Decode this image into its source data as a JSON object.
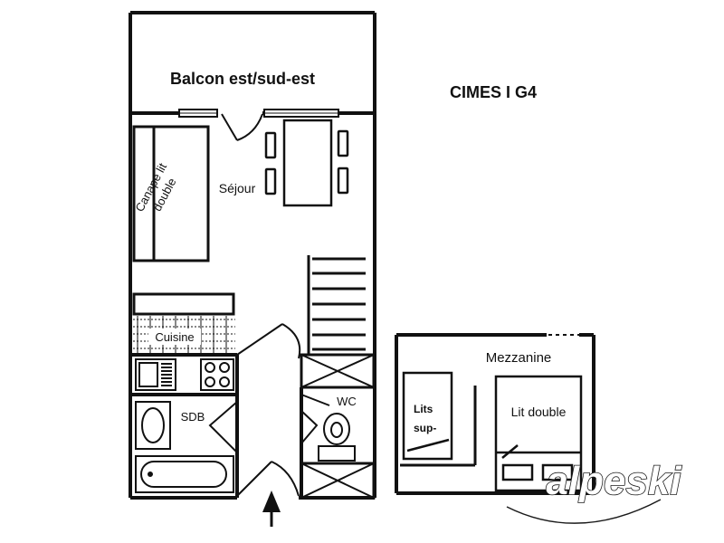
{
  "plan_title": "CIMES I G4",
  "rooms": {
    "balcony": "Balcon est/sud-est",
    "living": "Séjour",
    "sofa_bed_line1": "Canapé lit",
    "sofa_bed_line2": "double",
    "kitchen": "Cuisine",
    "bathroom": "SDB",
    "toilet": "WC",
    "mezzanine": "Mezzanine",
    "extra_beds_line1": "Lits",
    "extra_beds_line2": "sup-",
    "double_bed": "Lit double"
  },
  "brand": {
    "name": "alpeski",
    "color": "#ffffff",
    "outline": "#1a1a1a"
  },
  "colors": {
    "wall": "#111111",
    "background": "#ffffff"
  }
}
